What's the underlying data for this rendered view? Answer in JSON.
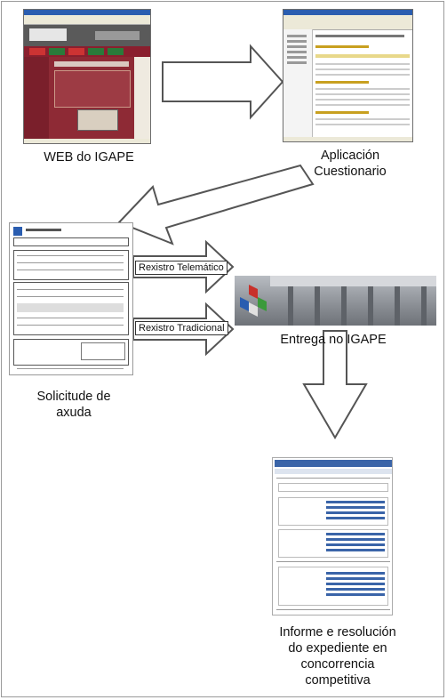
{
  "captions": {
    "web": "WEB do IGAPE",
    "app_line1": "Aplicación",
    "app_line2": "Cuestionario",
    "entrega": "Entrega no IGAPE",
    "solicitude_line1": "Solicitude de",
    "solicitude_line2": "axuda",
    "informe_line1": "Informe e resolución",
    "informe_line2": "do expediente en",
    "informe_line3": "concorrencia",
    "informe_line4": "competitiva"
  },
  "labels": {
    "telematico": "Rexistro Telemático",
    "tradicional": "Rexistro Tradicional"
  },
  "colors": {
    "arrow_fill": "#ffffff",
    "arrow_stroke": "#555555",
    "web_maroon": "#7a1f2b",
    "window_blue": "#2a5db0"
  }
}
